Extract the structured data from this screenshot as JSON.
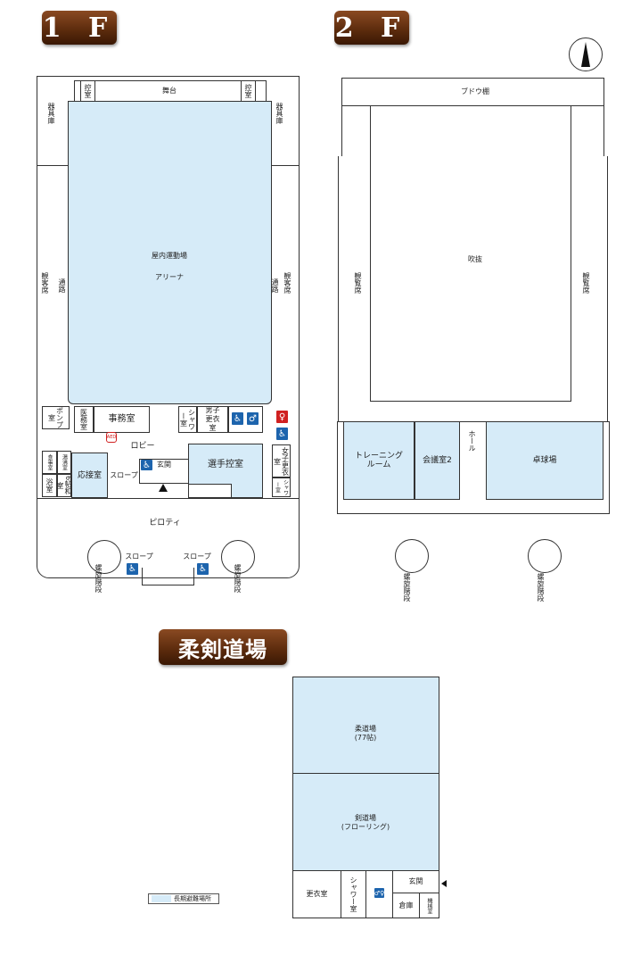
{
  "floor1": {
    "badge": "1 F",
    "stage": "舞台",
    "ctrl_l": "控室",
    "ctrl_r": "控室",
    "equip_l": "器具庫",
    "equip_r": "器具庫",
    "arena": "屋内運動場",
    "arena2": "アリーナ",
    "seat_l": "観客席",
    "seat_r": "観客席",
    "aisle_l": "通路",
    "aisle_r": "通路",
    "pump": "ポンプ室",
    "medical": "医務室",
    "office": "事務室",
    "shower": "シャワー室",
    "men_locker": "男子更衣室",
    "women_locker": "女子更衣室",
    "shower_r": "シャワー室",
    "aed": "AED",
    "lobby": "ロビー",
    "dining": "食事室",
    "kettle": "湯沸室",
    "bath": "浴室",
    "tatami": "6帖和室",
    "reception": "応接室",
    "slope": "スロープ",
    "entrance": "玄関",
    "players": "選手控室",
    "piloti": "ピロティ",
    "slope_l": "スロープ",
    "slope_r": "スロープ",
    "stairs_l": "螺旋階段",
    "stairs_r": "螺旋階段"
  },
  "floor2": {
    "badge": "2 F",
    "trellis": "ブドウ棚",
    "atrium": "吹抜",
    "seat_l": "観覧席",
    "seat_r": "観覧席",
    "training": "トレーニングルーム",
    "meeting": "会議室2",
    "hall": "ホール",
    "pingpong": "卓球場",
    "stairs_l": "螺旋階段",
    "stairs_r": "螺旋階段"
  },
  "dojo": {
    "badge": "柔剣道場",
    "judo": "柔道場",
    "judo_sub": "(77帖)",
    "kendo": "剣道場",
    "kendo_sub": "(フローリング)",
    "locker": "更衣室",
    "shower": "シャワー室",
    "entrance": "玄関",
    "storage": "倉庫",
    "machine": "機械室"
  },
  "legend": {
    "label": "長期避難場所",
    "color": "#d6ebf8"
  }
}
